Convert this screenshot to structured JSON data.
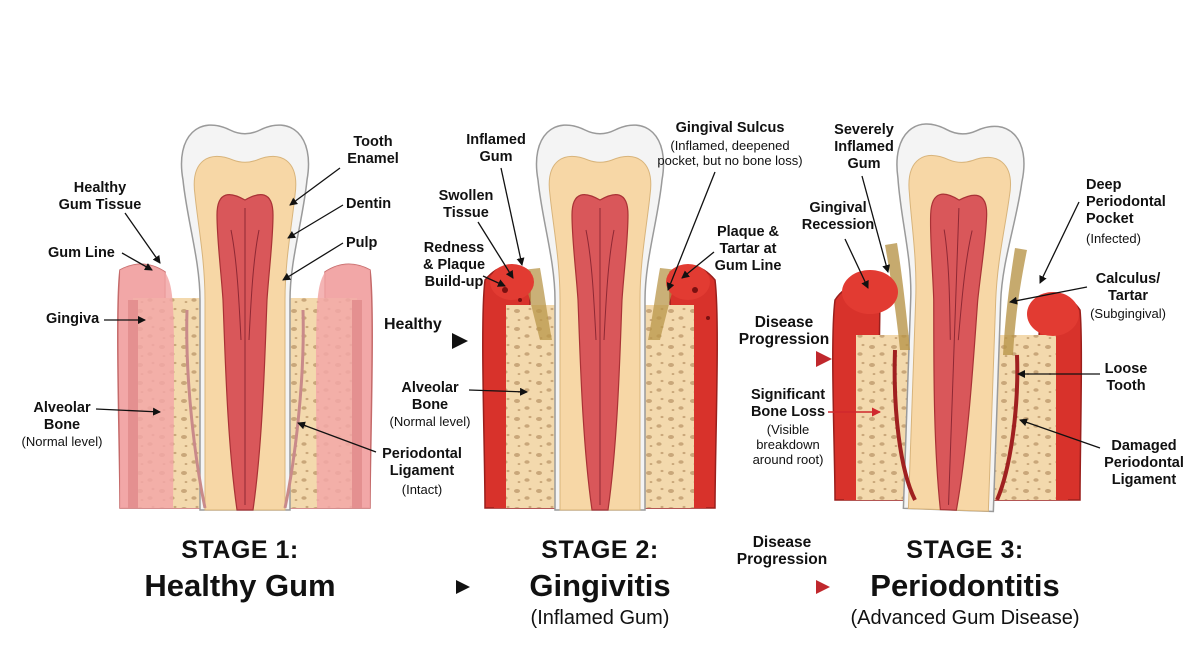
{
  "stages": [
    {
      "number": "STAGE 1:",
      "name": "Healthy Gum",
      "subtitle": "",
      "labels": {
        "tooth_enamel": "Tooth\nEnamel",
        "dentin": "Dentin",
        "pulp": "Pulp",
        "healthy_gum_tissue": "Healthy\nGum Tissue",
        "gum_line": "Gum Line",
        "gingiva": "Gingiva",
        "alveolar_bone": "Alveolar\nBone",
        "alveolar_bone_note": "(Normal level)",
        "periodontal_ligament": "Periodontal\nLigament",
        "periodontal_ligament_note": "(Intact)"
      }
    },
    {
      "number": "STAGE 2:",
      "name": "Gingivitis",
      "subtitle": "(Inflamed Gum)",
      "labels": {
        "inflamed_gum": "Inflamed\nGum",
        "swollen_tissue": "Swollen\nTissue",
        "redness_plaque": "Redness\n& Plaque\nBuild-up",
        "gingival_sulcus": "Gingival Sulcus",
        "gingival_sulcus_note": "(Inflamed, deepened\npocket, but no bone loss)",
        "plaque_tartar": "Plaque &\nTartar at\nGum Line",
        "alveolar_bone": "Alveolar\nBone",
        "alveolar_bone_note": "(Normal level)"
      }
    },
    {
      "number": "STAGE 3:",
      "name": "Periodontitis",
      "subtitle": "(Advanced Gum Disease)",
      "labels": {
        "severely_inflamed_gum": "Severely\nInflamed\nGum",
        "gingival_recession": "Gingival\nRecession",
        "deep_pocket": "Deep\nPeriodontal\nPocket",
        "deep_pocket_note": "(Infected)",
        "calculus": "Calculus/\nTartar",
        "calculus_note": "(Subgingival)",
        "loose_tooth": "Loose\nTooth",
        "damaged_ligament": "Damaged\nPeriodontal\nLigament",
        "bone_loss": "Significant\nBone Loss",
        "bone_loss_note": "(Visible\nbreakdown\naround root)"
      }
    }
  ],
  "transitions": {
    "top_1": "Healthy",
    "top_2": "Disease\nProgression",
    "bottom_2": "Disease\nProgression"
  },
  "colors": {
    "healthy_gum": "#f2a7a7",
    "inflamed_gum": "#d8322b",
    "bone": "#f3d9ad",
    "dentin": "#f7d7a6",
    "pulp": "#d9575a",
    "enamel": "#f4f4f4",
    "disease_arrow": "#c0282d"
  }
}
